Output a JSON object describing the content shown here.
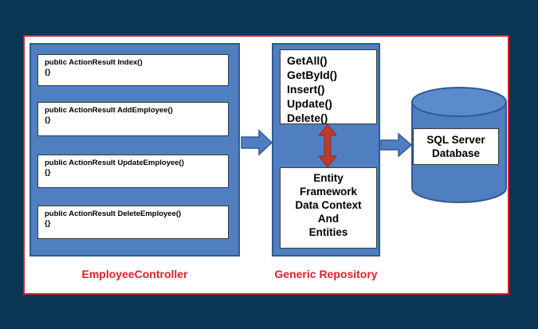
{
  "controller": {
    "caption": "EmployeeController",
    "methods": [
      {
        "signature": "public ActionResult Index()",
        "body": "{}"
      },
      {
        "signature": "public ActionResult AddEmployee()",
        "body": "{}"
      },
      {
        "signature": "public ActionResult UpdateEmployee()",
        "body": "{}"
      },
      {
        "signature": "public ActionResult DeleteEmployee()",
        "body": "{}"
      }
    ]
  },
  "repository": {
    "caption": "Generic Repository",
    "methods": [
      "GetAll()",
      "GetById()",
      "Insert()",
      "Update()",
      "Delete()"
    ],
    "context_lines": [
      "Entity",
      "Framework",
      "Data Context",
      "And",
      "Entities"
    ]
  },
  "database": {
    "label_lines": [
      "SQL Server",
      "Database"
    ]
  },
  "colors": {
    "panel": "#4f7fc0",
    "panel_border": "#2f5a95",
    "caption": "#e0202a",
    "frame": "#d41f2a",
    "background": "#0b3554",
    "double_arrow": "#c0392b"
  },
  "icons": [
    "right-arrow-icon",
    "double-arrow-icon",
    "database-cylinder-icon"
  ]
}
